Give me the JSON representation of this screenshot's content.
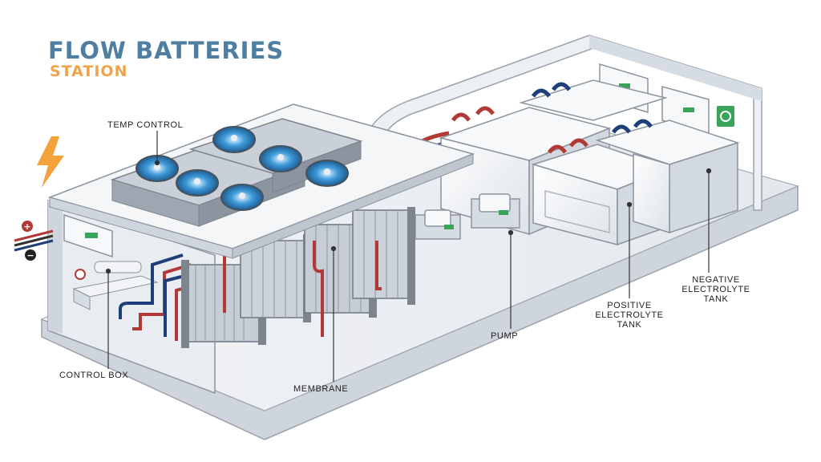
{
  "title": "FLOW BATTERIES",
  "subtitle": "STATION",
  "colors": {
    "title": "#4e7fa3",
    "subtitle": "#f2a24a",
    "hot_pipe": "#b23a36",
    "cold_pipe": "#1f3f7a",
    "fan_blue": "#3d9ad9",
    "status_green": "#3aa35a",
    "bolt": "#f4a23c"
  },
  "labels": {
    "temp_control": "TEMP CONTROL",
    "control_box": "CONTROL BOX",
    "membrane": "MEMBRANE",
    "pump": "PUMP",
    "positive_tank": [
      "POSITIVE",
      "ELECTROLYTE",
      "TANK"
    ],
    "negative_tank": [
      "NEGATIVE",
      "ELECTROLYTE",
      "TANK"
    ]
  },
  "terminals": {
    "positive": "+",
    "negative": "−"
  }
}
